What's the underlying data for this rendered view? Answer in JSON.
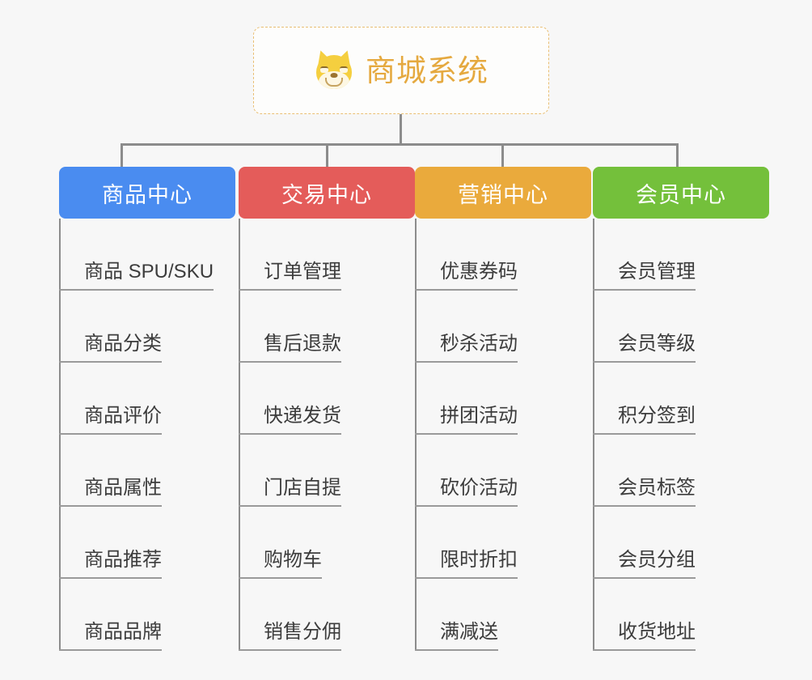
{
  "root": {
    "title": "商城系统",
    "icon": "dog-face-icon",
    "border_color": "#e9bf73",
    "text_color": "#e5a93f",
    "background": "#fdfdfc"
  },
  "canvas": {
    "background": "#f7f7f7",
    "connector_color": "#8c8c8c",
    "leaf_line_color": "#9a9a9a",
    "leaf_text_color": "#3c3c3c"
  },
  "columns": [
    {
      "label": "商品中心",
      "color": "#4a8cf0",
      "items": [
        "商品 SPU/SKU",
        "商品分类",
        "商品评价",
        "商品属性",
        "商品推荐",
        "商品品牌"
      ]
    },
    {
      "label": "交易中心",
      "color": "#e45c5a",
      "items": [
        "订单管理",
        "售后退款",
        "快递发货",
        "门店自提",
        "购物车",
        "销售分佣"
      ]
    },
    {
      "label": "营销中心",
      "color": "#eaaa3c",
      "items": [
        "优惠券码",
        "秒杀活动",
        "拼团活动",
        "砍价活动",
        "限时折扣",
        "满减送"
      ]
    },
    {
      "label": "会员中心",
      "color": "#74c03b",
      "items": [
        "会员管理",
        "会员等级",
        "积分签到",
        "会员标签",
        "会员分组",
        "收货地址"
      ]
    }
  ]
}
